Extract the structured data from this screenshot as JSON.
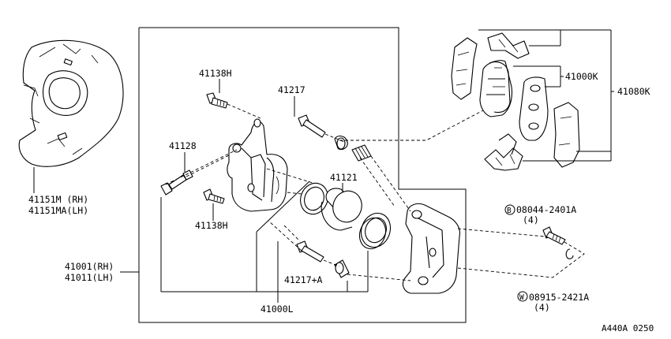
{
  "labels": {
    "p41151m": "41151M (RH)",
    "p41151ma": "41151MA(LH)",
    "p41001": "41001(RH)",
    "p41011": "41011(LH)",
    "p41138h_top": "41138H",
    "p41138h_bot": "41138H",
    "p41217": "41217",
    "p41128": "41128",
    "p41121": "41121",
    "p41217a": "41217+A",
    "p41000l": "41000L",
    "p41000k": "41000K",
    "p41080k": "41080K",
    "bolt_code": "08044-2401A",
    "bolt_prefix": "B",
    "bolt_qty": "(4)",
    "washer_code": "08915-2421A",
    "washer_prefix": "W",
    "washer_qty": "(4)",
    "drawing_ref": "A440A 0250"
  }
}
